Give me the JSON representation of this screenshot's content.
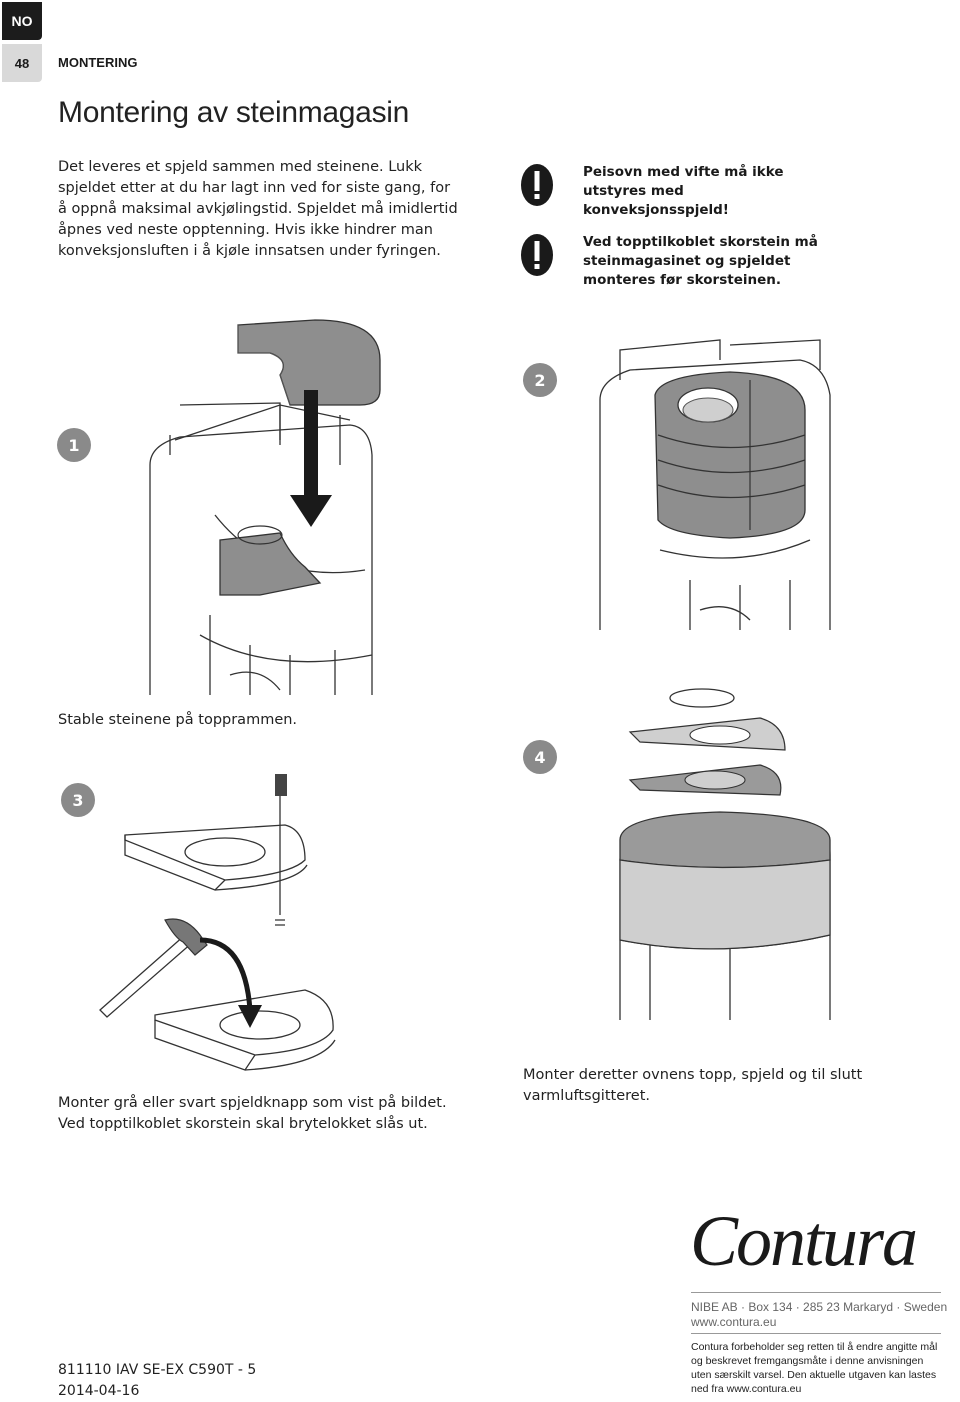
{
  "header": {
    "lang_tab": "NO",
    "page_number": "48",
    "section": "MONTERING",
    "title": "Montering av steinmagasin"
  },
  "intro": "Det leveres et spjeld sammen med steinene. Lukk spjeldet etter at du har lagt inn ved for siste gang, for å oppnå maksimal avkjølingstid. Spjeldet må imidlertid åpnes ved neste opptenning. Hvis ikke hindrer man konveksjonsluften i å kjøle innsatsen under fyringen.",
  "warnings": [
    {
      "icon": "exclamation-icon",
      "text": "Peisovn med vifte må ikke utstyres med konveksjonsspjeld!"
    },
    {
      "icon": "exclamation-icon",
      "text": "Ved topptilkoblet skorstein må steinmagasinet og spjeldet monteres før skorsteinen."
    }
  ],
  "steps": [
    {
      "number": "1",
      "caption": "Stable steinene på topprammen."
    },
    {
      "number": "2",
      "caption": ""
    },
    {
      "number": "3",
      "caption_lines": [
        "Monter grå eller svart spjeldknapp som vist på bildet.",
        "Ved topptilkoblet skorstein skal brytelokket slås ut."
      ]
    },
    {
      "number": "4",
      "caption_lines": [
        "Monter deretter ovnens topp, spjeld og til slutt",
        "varmluftsgitteret."
      ]
    }
  ],
  "footer": {
    "logo": "Contura",
    "address": "NIBE AB · Box 134 · 285 23 Markaryd · Sweden",
    "website": "www.contura.eu",
    "disclaimer": "Contura forbeholder seg retten til å endre angitte mål og beskrevet fremgangsmåte i denne anvisningen uten særskilt varsel. Den aktuelle utgaven kan lastes ned fra www.contura.eu",
    "doc_number": "811110 IAV SE-EX C590T - 5",
    "date": "2014-04-16"
  },
  "colors": {
    "tab_dark": "#1c1c1c",
    "tab_light": "#d9d9d9",
    "badge_gray": "#8a8a8a",
    "stone_gray": "#8e8e8e"
  }
}
